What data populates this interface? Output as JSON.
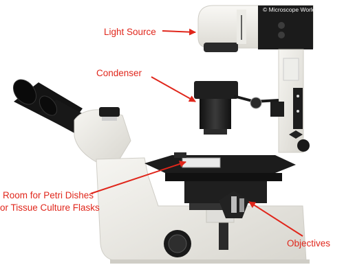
{
  "watermark": "© Microscope World",
  "colors": {
    "label": "#e0261b",
    "body": "#ecebe6",
    "dark": "#222222"
  },
  "labels": {
    "light_source": "Light Source",
    "condenser": "Condenser",
    "room_line1": "Room for Petri Dishes",
    "room_line2": "or Tissue Culture Flasks",
    "objectives": "Objectives"
  }
}
